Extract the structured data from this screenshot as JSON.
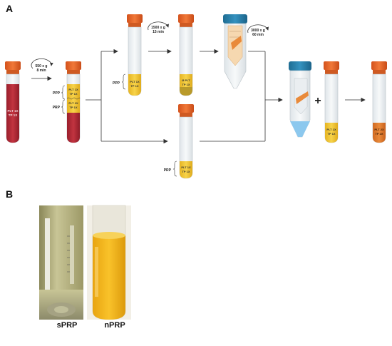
{
  "panels": {
    "a_label": "A",
    "b_label": "B"
  },
  "centrifuge_steps": {
    "step1": {
      "force": "550 x g",
      "time": "8 min"
    },
    "step2": {
      "force": "1500 x g",
      "time": "15 min"
    },
    "step3": {
      "force": "3000 x g",
      "time": "60 min"
    }
  },
  "tube_labels": {
    "blood_top": "PLT 1X",
    "blood_bottom": "TP 1X",
    "sep_line1": "PLT 1X",
    "sep_line2": "TP 1X",
    "sep_line3": "PLT 2X",
    "sep_line4": "TP 1X",
    "ppp_top": "PLT 1X",
    "ppp_bottom": "TP 1X",
    "depleted_top": "Ø PLT",
    "depleted_bottom": "TP 1X",
    "prp_top": "PLT 1X",
    "prp_bottom": "TP 1X",
    "final_a_top": "PLT 2X",
    "final_a_bottom": "TP 1X",
    "final_b_top": "PLT 2X",
    "final_b_bottom": "TP 2X"
  },
  "bracket_labels": {
    "ppp": "PPP",
    "prp": "PRP",
    "ppp_upper": "PPP",
    "prp_lower": "PRP"
  },
  "operators": {
    "plus": "+"
  },
  "photos": {
    "left_caption": "sPRP",
    "right_caption": "nPRP"
  },
  "colors": {
    "cap_orange": "#e8642a",
    "cap_blue": "#2a7fa8",
    "blood_red": "#b52a36",
    "plasma_yellow": "#f2c530",
    "orange_plasma": "#e07b2a",
    "glass": "#eef1f3"
  }
}
